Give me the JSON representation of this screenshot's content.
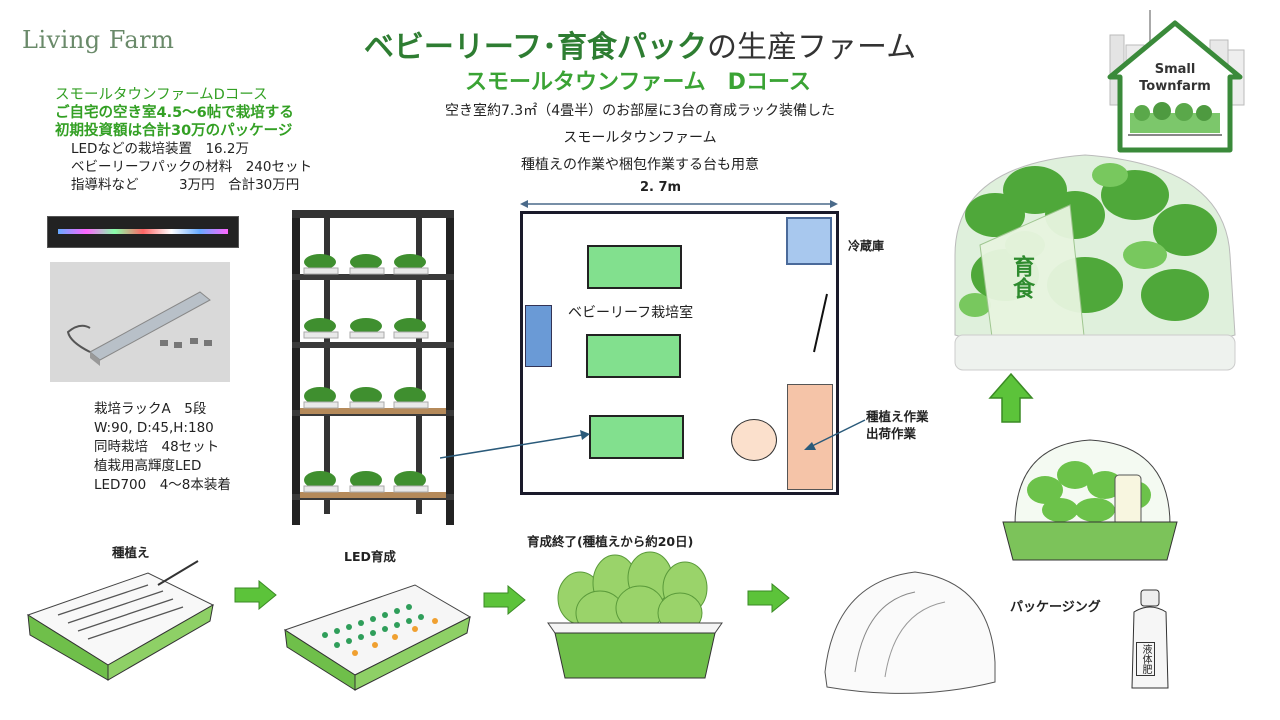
{
  "logo": "Living Farm",
  "title": {
    "highlight": "ベビーリーフ･育食パック",
    "rest": "の生産ファーム"
  },
  "subtitle": "スモールタウンファーム　Dコース",
  "badge": {
    "line1": "Small",
    "line2": "Townfarm"
  },
  "course": {
    "lines": [
      "スモールタウンファームDコース",
      "ご自宅の空き室4.5～6帖で栽培する",
      "初期投資額は合計30万のパッケージ"
    ],
    "costs": [
      "LEDなどの栽培装置　16.2万",
      "ベビーリーフパックの材料　240セット",
      "指導料など　　　3万円　合計30万円"
    ]
  },
  "description": [
    "空き室約7.3㎡（4畳半）のお部屋に3台の育成ラック装備した",
    "スモールタウンファーム",
    "種植えの作業や梱包作業する台も用意"
  ],
  "dimension": "2. 7m",
  "room": {
    "label": "ベビーリーフ栽培室",
    "fridge": "冷蔵庫",
    "work": [
      "種植え作業",
      "出荷作業"
    ]
  },
  "rack": [
    "栽培ラックA　5段",
    "W:90, D:45,H:180",
    "同時栽培　48セット",
    "植栽用高輝度LED",
    "LED700　4～8本装着"
  ],
  "steps": {
    "seed": "種植え",
    "led": "LED育成",
    "done": "育成終了(種植えから約20日)",
    "pack": "パッケージング"
  },
  "bottle_label": "液体肥",
  "package_label": "育食"
}
